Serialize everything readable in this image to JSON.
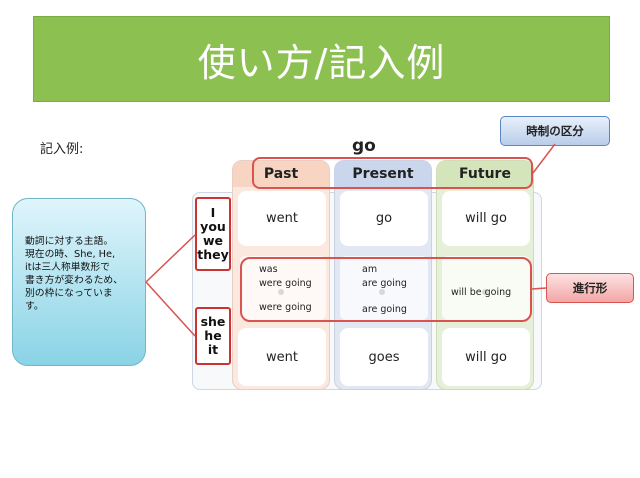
{
  "title": "使い方/記入例",
  "example_label": "記入例:",
  "verb": "go",
  "tense_callout": "時制の区分",
  "progressive_callout": "進行形",
  "subject_note": [
    "動詞に対する主語。",
    "現在の時、She, He,",
    "itは三人称単数形で",
    "書き方が変わるため、",
    "別の枠になっていま",
    "す。"
  ],
  "headers": {
    "past": "Past",
    "present": "Present",
    "future": "Future"
  },
  "subjects_1": [
    "I",
    "you",
    "we",
    "they"
  ],
  "subjects_2": [
    "she",
    "he",
    "it"
  ],
  "row1": {
    "past": "went",
    "present": "go",
    "future": "will go"
  },
  "progressive": {
    "past_1": "was",
    "past_2": "were going",
    "past_3": "were going",
    "present_1": "am",
    "present_2": "are going",
    "present_3": "are going",
    "future": "will be going"
  },
  "row3": {
    "past": "went",
    "present": "goes",
    "future": "will go"
  },
  "colors": {
    "banner": "#8cc152",
    "accent_red": "#d9534f",
    "note": "#8ad3e6"
  }
}
